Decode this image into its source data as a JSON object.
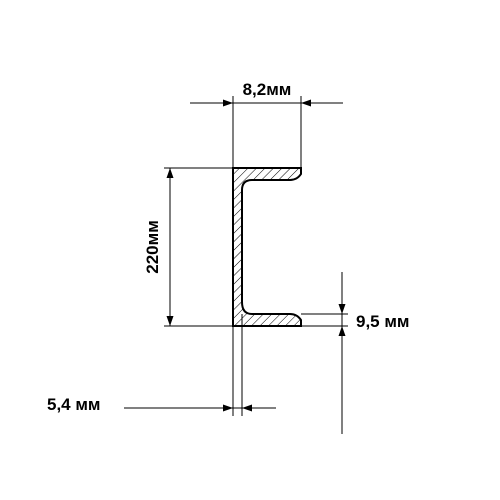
{
  "dimensions": {
    "flange_width": "8,2мм",
    "height": "220мм",
    "flange_thickness": "9,5 мм",
    "web_thickness": "5,4 мм"
  },
  "colors": {
    "ink": "#000000",
    "background": "#ffffff"
  }
}
